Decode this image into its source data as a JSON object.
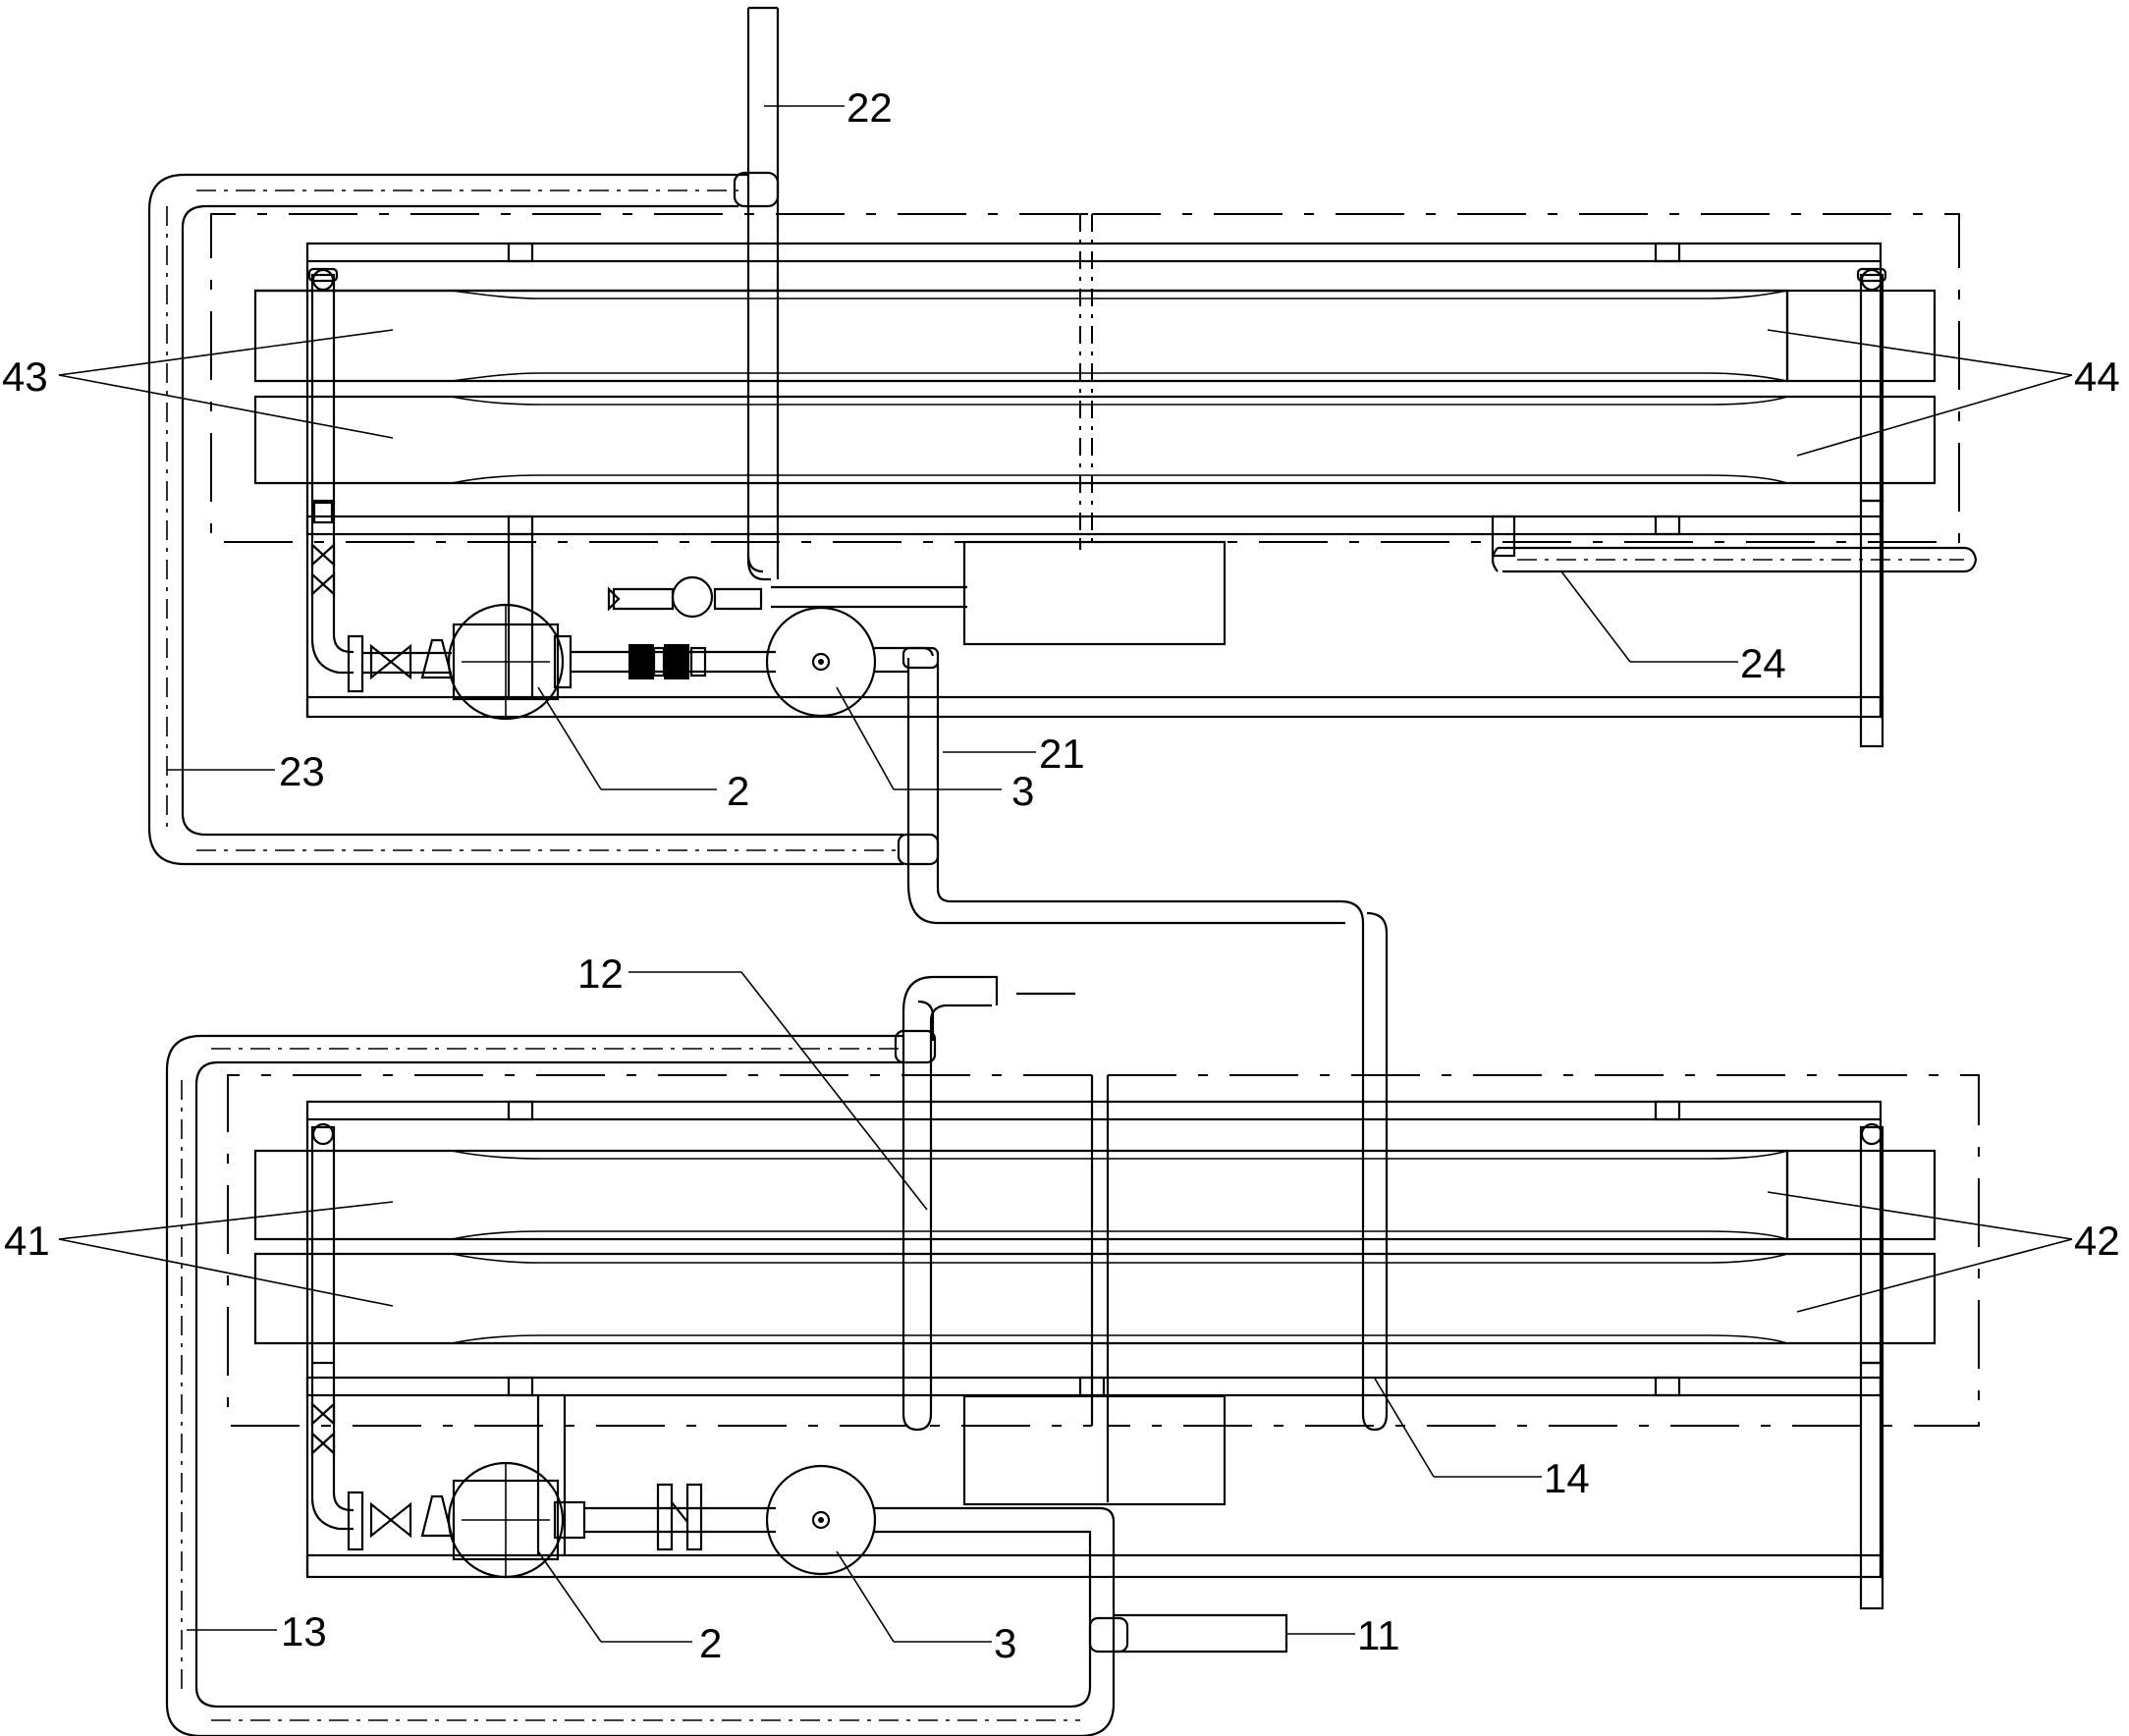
{
  "labels": {
    "l22": "22",
    "l43": "43",
    "l44": "44",
    "l24": "24",
    "l23": "23",
    "l21": "21",
    "l2_top": "2",
    "l3_top": "3",
    "l12": "12",
    "l41": "41",
    "l42": "42",
    "l14": "14",
    "l13": "13",
    "l2_bot": "2",
    "l3_bot": "3",
    "l11": "11"
  }
}
